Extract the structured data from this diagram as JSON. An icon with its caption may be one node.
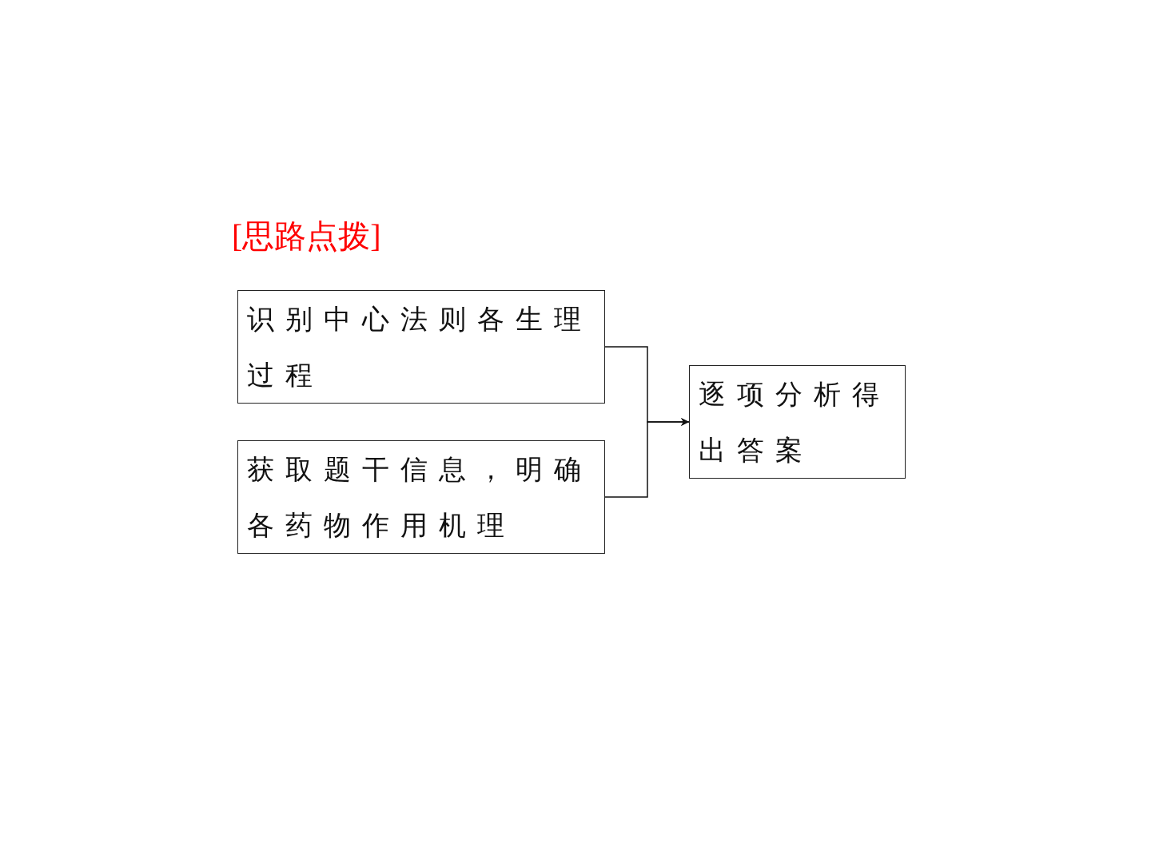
{
  "diagram": {
    "title": "[思路点拨]",
    "nodes": [
      {
        "text": [
          "识别中心法则各生理过程"
        ]
      },
      {
        "text": [
          "获取题干信息，明确各药物作用机理"
        ]
      },
      {
        "text": [
          "逐项分析得出答案"
        ]
      }
    ],
    "edges": [
      {
        "from": 0,
        "to": 2,
        "arrow": "to"
      },
      {
        "from": 1,
        "to": 2,
        "arrow": "to"
      }
    ]
  }
}
